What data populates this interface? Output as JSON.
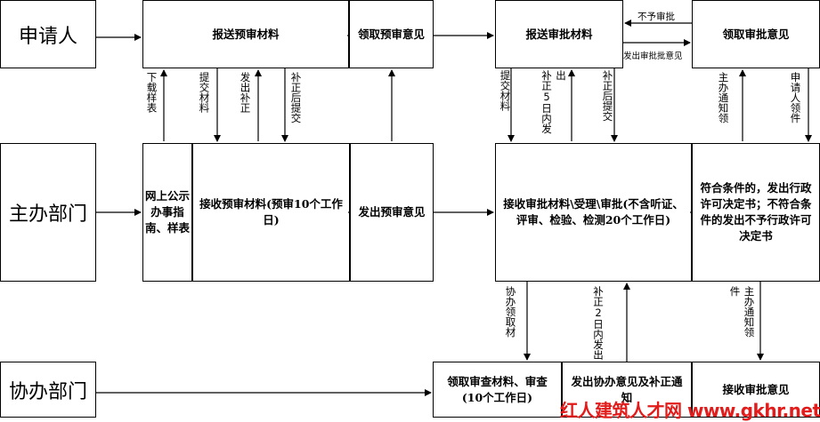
{
  "lanes": {
    "applicant": "申请人",
    "main_dept": "主办部门",
    "assist_dept": "协办部门"
  },
  "boxes": {
    "submit_pre": "报送预审材料",
    "get_pre_opinion": "领取预审意见",
    "submit_approval": "报送审批材料",
    "get_approval_opinion": "领取审批意见",
    "publish_guide": "网上公示办事指南、样表",
    "receive_pre": "接收预审材料(预审10个工作日)",
    "issue_pre_opinion": "发出预审意见",
    "receive_approval": "接收审批材料\\受理\\审批(不含听证、评审、检验、检测20个工作日)",
    "decision": "符合条件的，发出行政许可决定书；不符合条件的发出不予行政许可决定书",
    "assist_receive": "领取审查材料、审查(10个工作日)",
    "assist_issue": "发出协办意见及补正通知",
    "assist_receive_opinion": "接收审批意见"
  },
  "labels": {
    "download_form": "下载样表",
    "submit_material_1": "提交材料",
    "issue_correction": "发出补正",
    "resubmit_1": "补正后提交",
    "submit_material_2": "提交材料",
    "correction_5days": "补正5日内发出",
    "resubmit_2": "补正后提交",
    "main_notify_1": "主办通知领",
    "applicant_collect": "申请人领件",
    "not_approved": "不予审批",
    "issue_approval_opinion": "发出审批批意见",
    "assist_collect": "协办领取材",
    "correction_2days": "补正2日内发出",
    "item_char": "件",
    "main_notify_2": "主办通知领"
  },
  "watermark": "红人建筑人才网 www.gkhr.net",
  "colors": {
    "watermark": "#e21b1b",
    "line": "#000000"
  }
}
